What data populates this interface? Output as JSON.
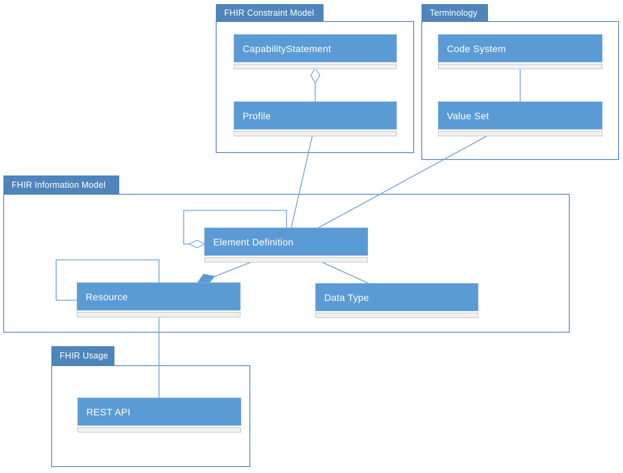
{
  "diagram_type": "uml-package-diagram",
  "packages": [
    {
      "id": "fhir-constraint-model",
      "label": "FHIR Constraint Model"
    },
    {
      "id": "terminology",
      "label": "Terminology"
    },
    {
      "id": "fhir-information-model",
      "label": "FHIR Information Model"
    },
    {
      "id": "fhir-usage",
      "label": "FHIR Usage"
    }
  ],
  "classes": [
    {
      "id": "capability-statement",
      "label": "CapabilityStatement",
      "package": "fhir-constraint-model"
    },
    {
      "id": "profile",
      "label": "Profile",
      "package": "fhir-constraint-model"
    },
    {
      "id": "code-system",
      "label": "Code System",
      "package": "terminology"
    },
    {
      "id": "value-set",
      "label": "Value Set",
      "package": "terminology"
    },
    {
      "id": "element-definition",
      "label": "Element Definition",
      "package": "fhir-information-model"
    },
    {
      "id": "resource",
      "label": "Resource",
      "package": "fhir-information-model"
    },
    {
      "id": "data-type",
      "label": "Data Type",
      "package": "fhir-information-model"
    },
    {
      "id": "rest-api",
      "label": "REST API",
      "package": "fhir-usage"
    }
  ],
  "relationships": [
    {
      "from": "profile",
      "to": "capability-statement",
      "type": "aggregation",
      "diamond_at": "capability-statement"
    },
    {
      "from": "code-system",
      "to": "value-set",
      "type": "association"
    },
    {
      "from": "profile",
      "to": "element-definition",
      "type": "association"
    },
    {
      "from": "value-set",
      "to": "element-definition",
      "type": "association"
    },
    {
      "from": "element-definition",
      "to": "element-definition",
      "type": "self-aggregation",
      "diamond_at": "element-definition"
    },
    {
      "from": "element-definition",
      "to": "resource",
      "type": "composition",
      "diamond_at": "resource"
    },
    {
      "from": "element-definition",
      "to": "data-type",
      "type": "association"
    },
    {
      "from": "resource",
      "to": "resource",
      "type": "self-association"
    },
    {
      "from": "resource",
      "to": "rest-api",
      "type": "association"
    }
  ],
  "colors": {
    "class_fill": "#5B9BD5",
    "class_border": "#7FA9D9",
    "class_text": "#FFFFFF",
    "package_tab_fill": "#4E86BC",
    "package_border": "#5080B8",
    "compartment_fill": "#F0F0F0",
    "compartment_border": "#C9C9C9",
    "connector": "#6FA0D6"
  }
}
